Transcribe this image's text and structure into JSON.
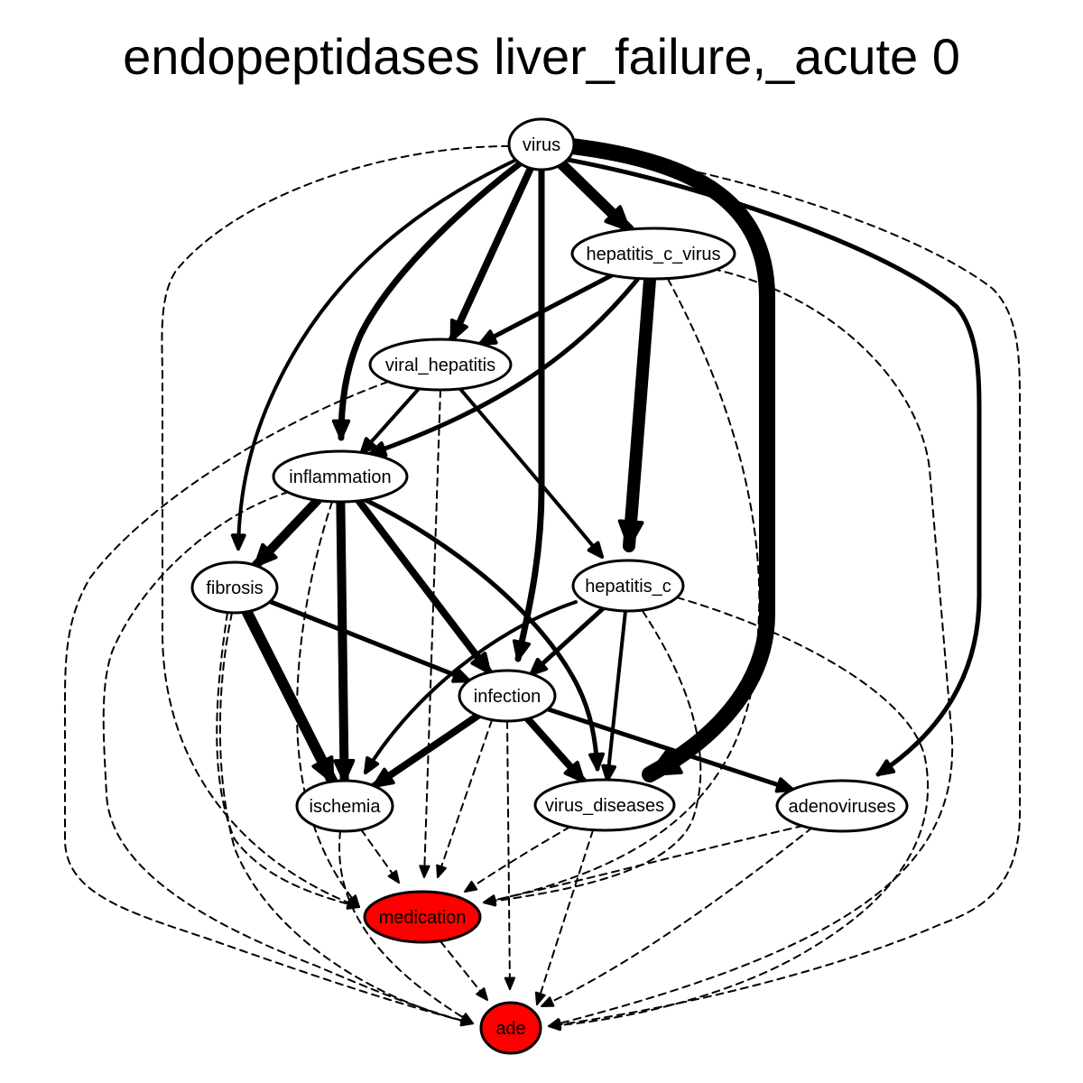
{
  "title": "endopeptidases liver_failure,_acute 0",
  "colors": {
    "background": "#ffffff",
    "node_default": "#ffffff",
    "node_highlight": "#ff0000",
    "edge": "#000000"
  },
  "nodes": [
    {
      "id": "virus",
      "label": "virus",
      "highlight": false
    },
    {
      "id": "hepatitis_c_virus",
      "label": "hepatitis_c_virus",
      "highlight": false
    },
    {
      "id": "viral_hepatitis",
      "label": "viral_hepatitis",
      "highlight": false
    },
    {
      "id": "inflammation",
      "label": "inflammation",
      "highlight": false
    },
    {
      "id": "fibrosis",
      "label": "fibrosis",
      "highlight": false
    },
    {
      "id": "hepatitis_c",
      "label": "hepatitis_c",
      "highlight": false
    },
    {
      "id": "infection",
      "label": "infection",
      "highlight": false
    },
    {
      "id": "ischemia",
      "label": "ischemia",
      "highlight": false
    },
    {
      "id": "virus_diseases",
      "label": "virus_diseases",
      "highlight": false
    },
    {
      "id": "adenoviruses",
      "label": "adenoviruses",
      "highlight": false
    },
    {
      "id": "medication",
      "label": "medication",
      "highlight": true
    },
    {
      "id": "ade",
      "label": "ade",
      "highlight": true
    }
  ],
  "edges": [
    {
      "from": "virus",
      "to": "hepatitis_c_virus",
      "style": "solid",
      "weight": 12
    },
    {
      "from": "virus",
      "to": "viral_hepatitis",
      "style": "solid",
      "weight": 8
    },
    {
      "from": "virus",
      "to": "inflammation",
      "style": "solid",
      "weight": 7
    },
    {
      "from": "virus",
      "to": "fibrosis",
      "style": "solid",
      "weight": 4
    },
    {
      "from": "virus",
      "to": "infection",
      "style": "solid",
      "weight": 7
    },
    {
      "from": "virus",
      "to": "virus_diseases",
      "style": "solid",
      "weight": 18
    },
    {
      "from": "virus",
      "to": "adenoviruses",
      "style": "solid",
      "weight": 5
    },
    {
      "from": "virus",
      "to": "medication",
      "style": "dashed",
      "weight": 2
    },
    {
      "from": "virus",
      "to": "ade",
      "style": "dashed",
      "weight": 2
    },
    {
      "from": "hepatitis_c_virus",
      "to": "viral_hepatitis",
      "style": "solid",
      "weight": 5
    },
    {
      "from": "hepatitis_c_virus",
      "to": "inflammation",
      "style": "solid",
      "weight": 5
    },
    {
      "from": "hepatitis_c_virus",
      "to": "hepatitis_c",
      "style": "solid",
      "weight": 14
    },
    {
      "from": "hepatitis_c_virus",
      "to": "medication",
      "style": "dashed",
      "weight": 2
    },
    {
      "from": "hepatitis_c_virus",
      "to": "ade",
      "style": "dashed",
      "weight": 2
    },
    {
      "from": "viral_hepatitis",
      "to": "inflammation",
      "style": "solid",
      "weight": 4
    },
    {
      "from": "viral_hepatitis",
      "to": "hepatitis_c",
      "style": "solid",
      "weight": 4
    },
    {
      "from": "viral_hepatitis",
      "to": "medication",
      "style": "dashed",
      "weight": 2
    },
    {
      "from": "viral_hepatitis",
      "to": "ade",
      "style": "dashed",
      "weight": 2
    },
    {
      "from": "inflammation",
      "to": "fibrosis",
      "style": "solid",
      "weight": 10
    },
    {
      "from": "inflammation",
      "to": "ischemia",
      "style": "solid",
      "weight": 10
    },
    {
      "from": "inflammation",
      "to": "infection",
      "style": "solid",
      "weight": 8
    },
    {
      "from": "inflammation",
      "to": "virus_diseases",
      "style": "solid",
      "weight": 5
    },
    {
      "from": "inflammation",
      "to": "medication",
      "style": "dashed",
      "weight": 2
    },
    {
      "from": "inflammation",
      "to": "ade",
      "style": "dashed",
      "weight": 2
    },
    {
      "from": "fibrosis",
      "to": "ischemia",
      "style": "solid",
      "weight": 12
    },
    {
      "from": "fibrosis",
      "to": "infection",
      "style": "solid",
      "weight": 5
    },
    {
      "from": "fibrosis",
      "to": "medication",
      "style": "dashed",
      "weight": 2
    },
    {
      "from": "fibrosis",
      "to": "ade",
      "style": "dashed",
      "weight": 2
    },
    {
      "from": "hepatitis_c",
      "to": "infection",
      "style": "solid",
      "weight": 5
    },
    {
      "from": "hepatitis_c",
      "to": "ischemia",
      "style": "solid",
      "weight": 4
    },
    {
      "from": "hepatitis_c",
      "to": "virus_diseases",
      "style": "solid",
      "weight": 4
    },
    {
      "from": "hepatitis_c",
      "to": "medication",
      "style": "dashed",
      "weight": 2
    },
    {
      "from": "hepatitis_c",
      "to": "ade",
      "style": "dashed",
      "weight": 2
    },
    {
      "from": "infection",
      "to": "ischemia",
      "style": "solid",
      "weight": 8
    },
    {
      "from": "infection",
      "to": "virus_diseases",
      "style": "solid",
      "weight": 8
    },
    {
      "from": "infection",
      "to": "adenoviruses",
      "style": "solid",
      "weight": 5
    },
    {
      "from": "infection",
      "to": "medication",
      "style": "dashed",
      "weight": 2
    },
    {
      "from": "infection",
      "to": "ade",
      "style": "dashed",
      "weight": 2
    },
    {
      "from": "ischemia",
      "to": "medication",
      "style": "dashed",
      "weight": 2
    },
    {
      "from": "ischemia",
      "to": "ade",
      "style": "dashed",
      "weight": 2
    },
    {
      "from": "virus_diseases",
      "to": "medication",
      "style": "dashed",
      "weight": 2
    },
    {
      "from": "virus_diseases",
      "to": "ade",
      "style": "dashed",
      "weight": 2
    },
    {
      "from": "adenoviruses",
      "to": "medication",
      "style": "dashed",
      "weight": 2
    },
    {
      "from": "adenoviruses",
      "to": "ade",
      "style": "dashed",
      "weight": 2
    },
    {
      "from": "medication",
      "to": "ade",
      "style": "dashed",
      "weight": 2
    }
  ]
}
